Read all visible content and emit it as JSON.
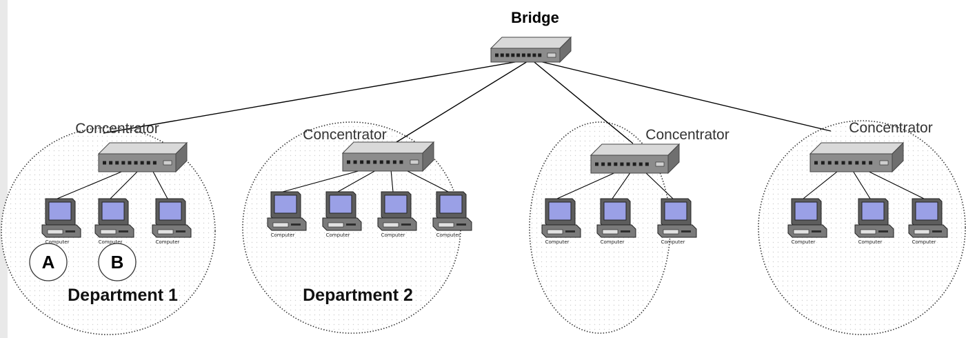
{
  "bridge": {
    "label": "Bridge",
    "icon": "network-switch-icon"
  },
  "concentrator_label": "Concentrator",
  "computer_label": "Computer",
  "colors": {
    "line": "#000000",
    "hub_top": "#d9d9d9",
    "hub_front": "#8c8c8c",
    "screen": "#9aa0e6",
    "dotted_boundary": "#333333"
  },
  "groups": [
    {
      "computers": 3,
      "department": "Department 1",
      "markers": [
        "A",
        "B"
      ]
    },
    {
      "computers": 4,
      "department": "Department 2",
      "markers": []
    },
    {
      "computers": 3,
      "department": "",
      "markers": []
    },
    {
      "computers": 3,
      "department": "",
      "markers": []
    }
  ]
}
